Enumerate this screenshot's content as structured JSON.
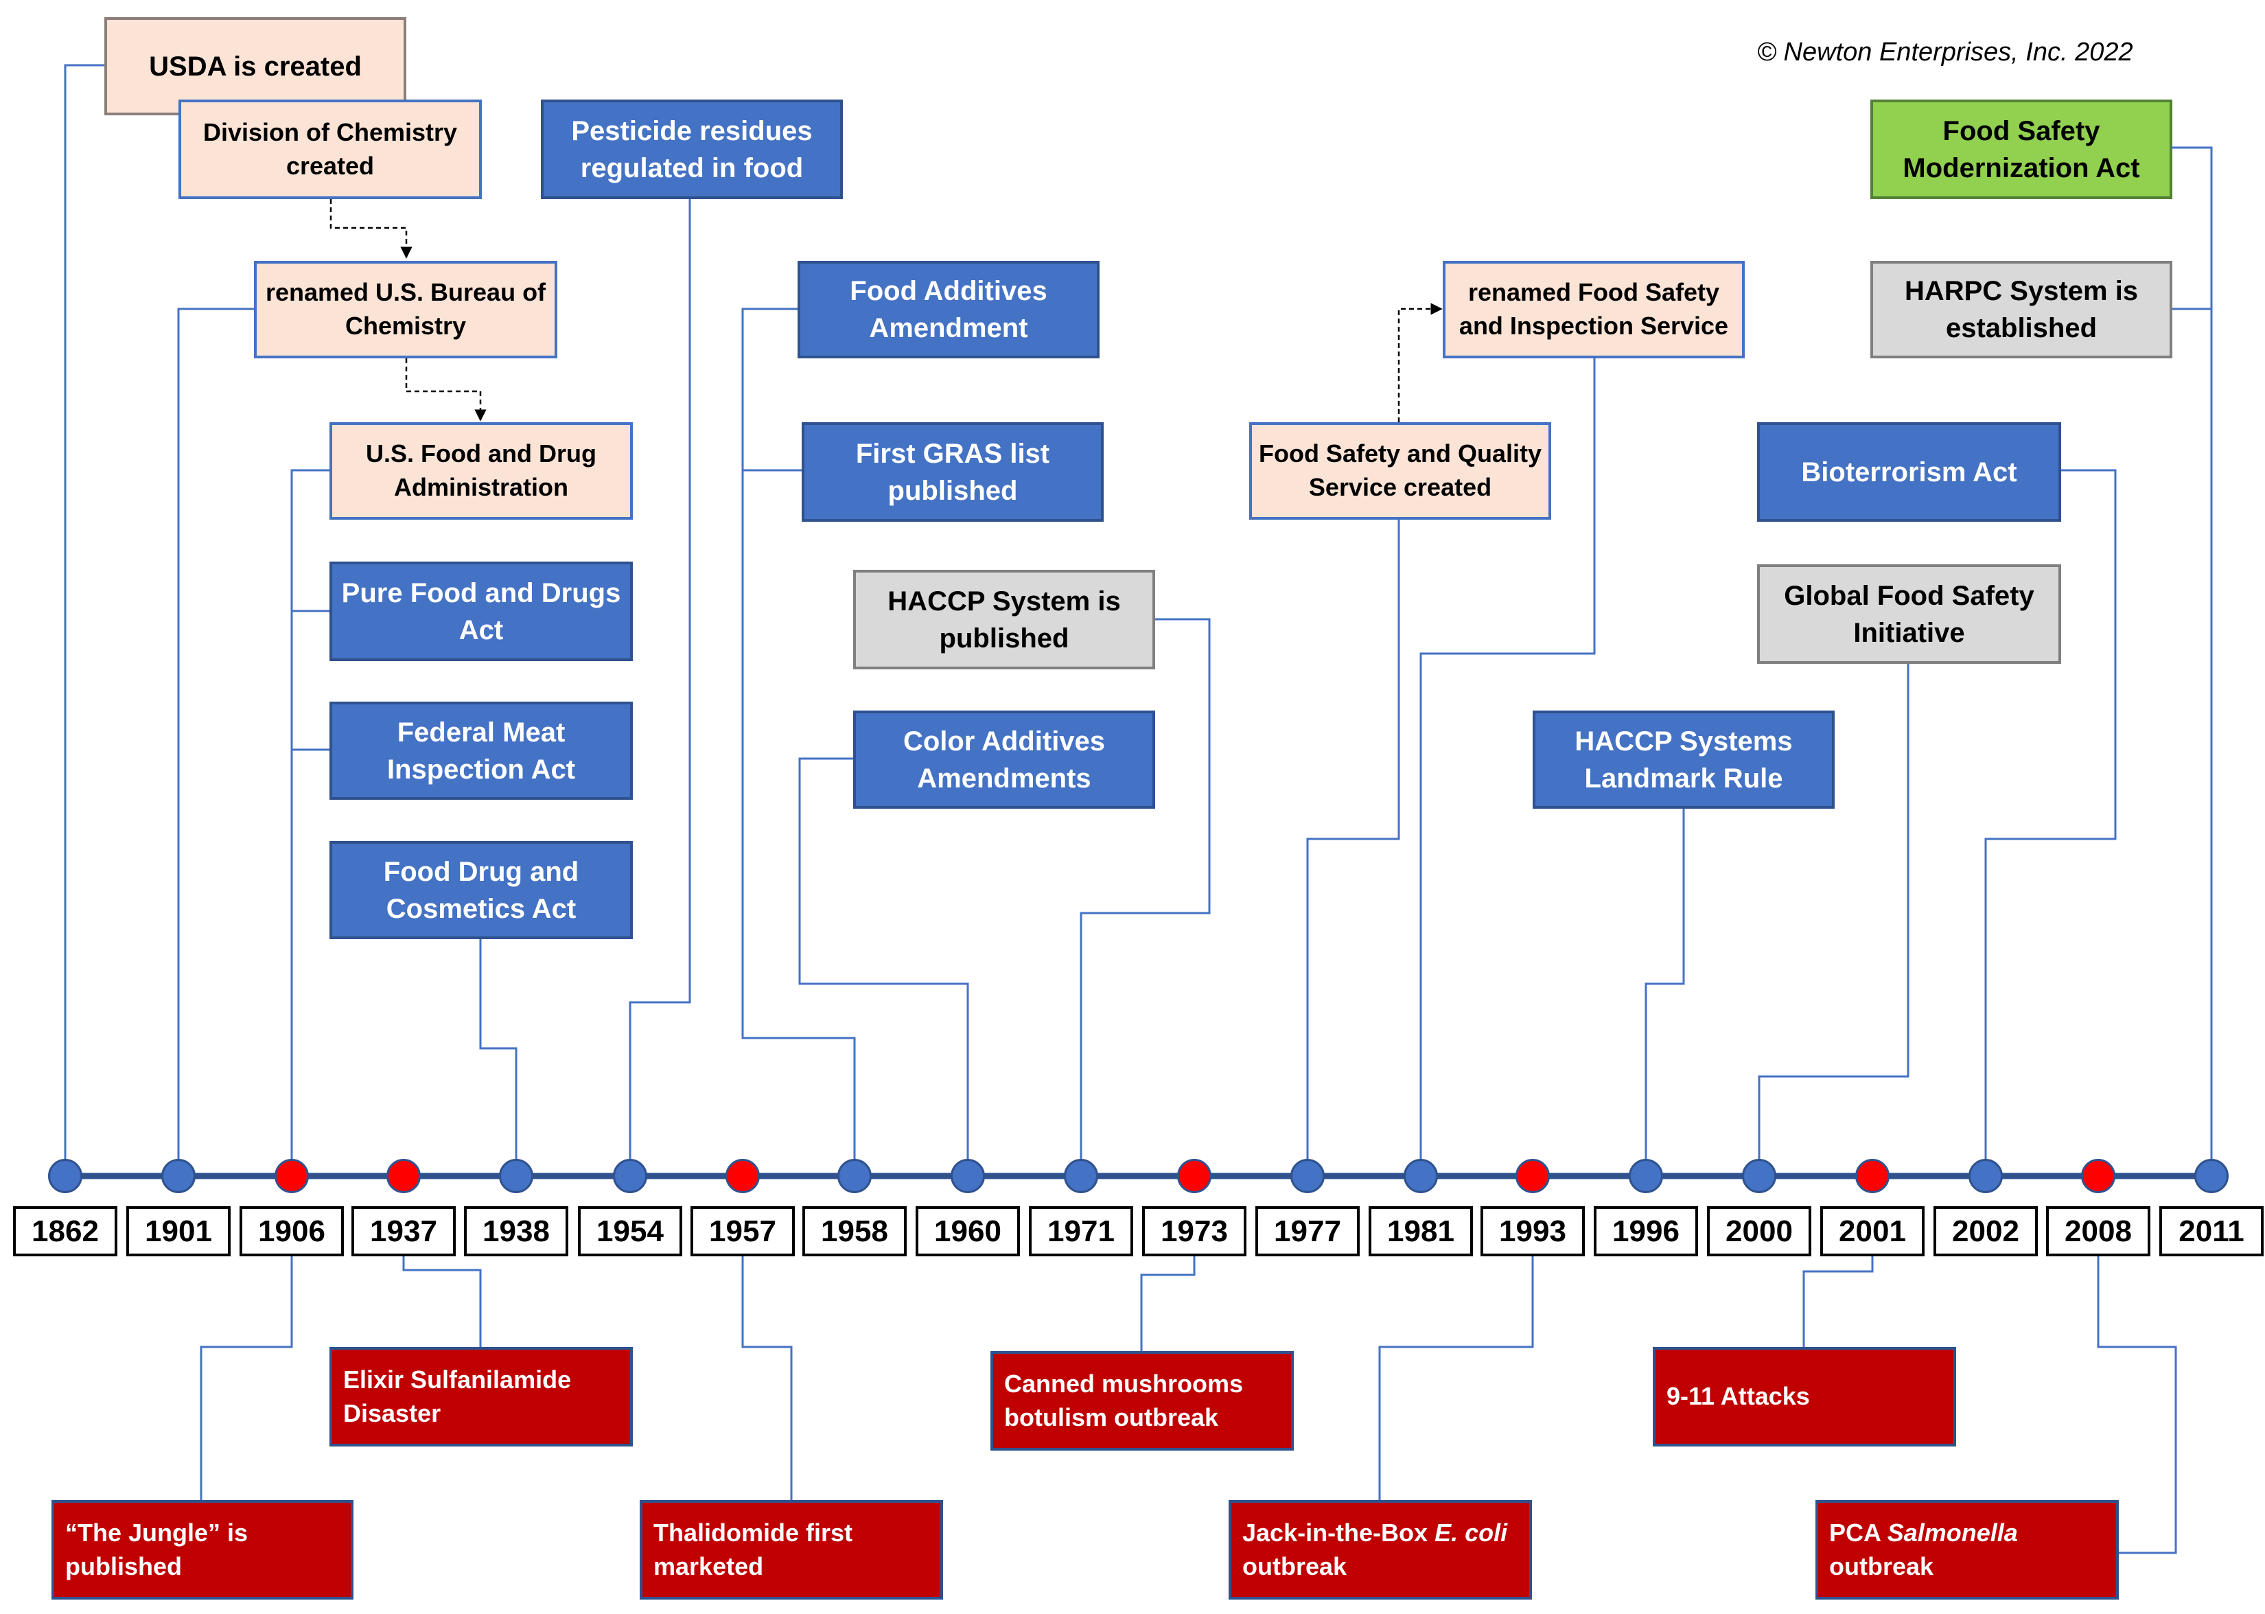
{
  "copyright": "© Newton Enterprises, Inc. 2022",
  "colors": {
    "line": "#4472c4",
    "axis": "#2f528f",
    "agency_fill": "#fbe3d6",
    "law_fill": "#4472c4",
    "system_fill": "#d9d9d9",
    "green_fill": "#92d050",
    "event_fill": "#c00000",
    "dot_blue": "#4472c4",
    "dot_red": "#ff0000"
  },
  "years": [
    "1862",
    "1901",
    "1906",
    "1937",
    "1938",
    "1954",
    "1957",
    "1958",
    "1960",
    "1971",
    "1973",
    "1977",
    "1981",
    "1993",
    "1996",
    "2000",
    "2001",
    "2002",
    "2008",
    "2011"
  ],
  "year_markers": [
    "blue",
    "blue",
    "red",
    "red",
    "blue",
    "blue",
    "red",
    "blue",
    "blue",
    "blue",
    "red",
    "blue",
    "blue",
    "red",
    "blue",
    "blue",
    "red",
    "blue",
    "red",
    "blue"
  ],
  "boxes": {
    "usda": "USDA is created",
    "division_chemistry": "Division of Chemistry created",
    "bureau_chemistry": "renamed U.S. Bureau of Chemistry",
    "fda": "U.S. Food and Drug Administration",
    "pure_food": "Pure Food and Drugs Act",
    "meat_inspection": "Federal Meat Inspection Act",
    "fdc_act": "Food Drug and Cosmetics Act",
    "pesticide": "Pesticide residues regulated in food",
    "food_additives": "Food Additives Amendment",
    "gras": "First GRAS list published",
    "haccp_published": "HACCP System is published",
    "color_additives": "Color Additives Amendments",
    "fsqs": "Food Safety and Quality Service created",
    "fsis": "renamed Food Safety and Inspection Service",
    "haccp_landmark": "HACCP Systems Landmark Rule",
    "fsma": "Food Safety Modernization Act",
    "harpc": "HARPC System is established",
    "bioterrorism": "Bioterrorism Act",
    "gfsi": "Global Food Safety Initiative"
  },
  "events": {
    "jungle": "“The Jungle” is published",
    "elixir": "Elixir Sulfanilamide Disaster",
    "thalidomide": "Thalidomide first marketed",
    "mushrooms": "Canned mushrooms botulism outbreak",
    "jack_pre": "Jack-in-the-Box ",
    "jack_it": "E. coli",
    "jack_post": " outbreak",
    "attacks": "9-11 Attacks",
    "pca_pre": "PCA ",
    "pca_it": "Salmonella",
    "pca_post": " outbreak"
  }
}
